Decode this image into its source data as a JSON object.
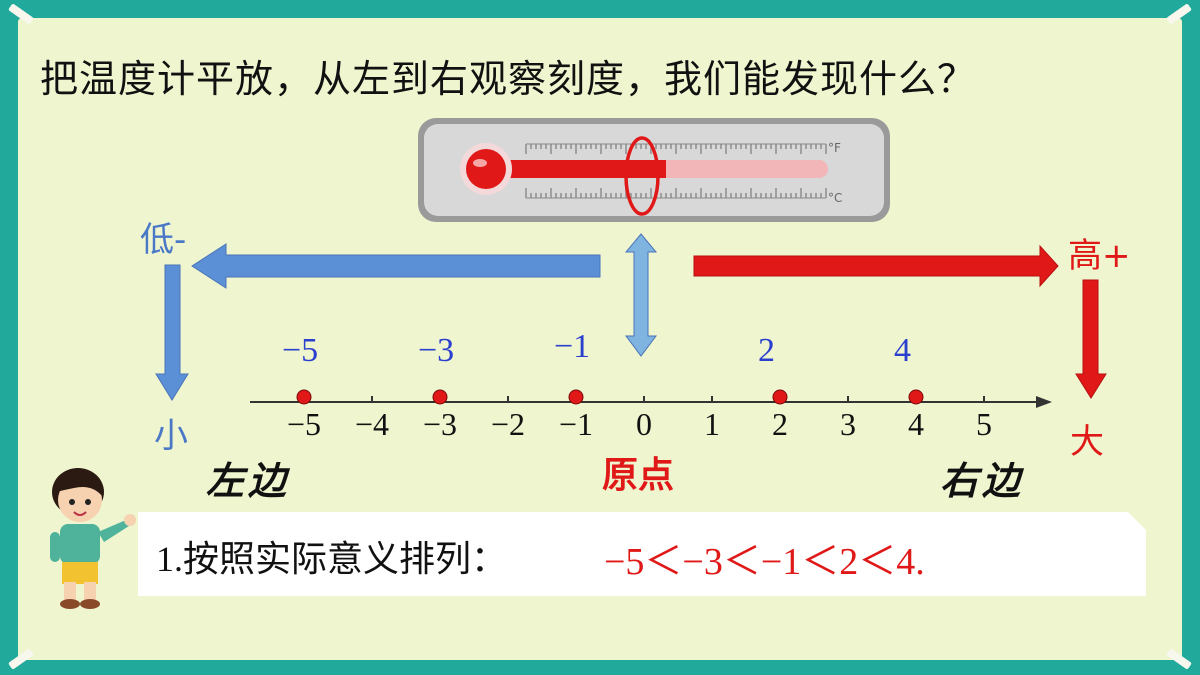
{
  "title": "把温度计平放，从左到右观察刻度，我们能发现什么？",
  "left_top_label": "低-",
  "left_bottom_label": "小",
  "right_top_label": "高+",
  "right_bottom_label": "大",
  "left_side_label": "左边",
  "right_side_label": "右边",
  "origin_label": "原点",
  "marked_values": [
    "−5",
    "−3",
    "−1",
    "2",
    "4"
  ],
  "axis_ticks": [
    "−5",
    "−4",
    "−3",
    "−2",
    "−1",
    "0",
    "1",
    "2",
    "3",
    "4",
    "5"
  ],
  "answer": {
    "lead": "1.按照实际意义排列：",
    "result": "−5＜−3＜−1＜2＜4."
  },
  "colors": {
    "board": "#eef5cf",
    "frame": "#21a99b",
    "blue_arrow": "#5b8fd6",
    "red_arrow": "#e01818",
    "dot": "#e01818"
  },
  "icons": [
    "thermometer-icon",
    "boy-illustration",
    "double-arrow-icon"
  ]
}
